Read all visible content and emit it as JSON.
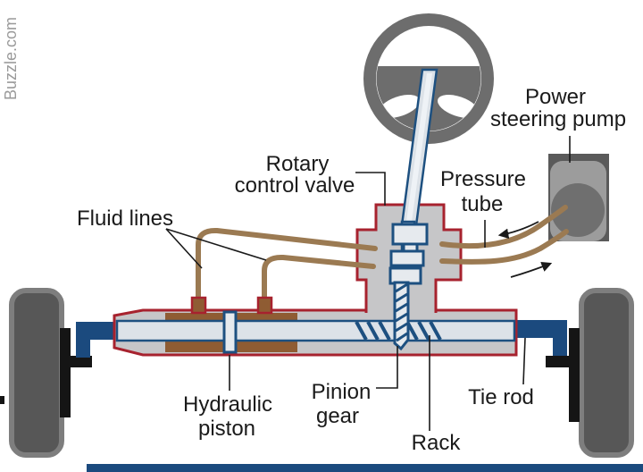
{
  "watermark": "Buzzle.com",
  "labels": {
    "fluid_lines": "Fluid lines",
    "rotary_control_valve": [
      "Rotary",
      "control valve"
    ],
    "pressure_tube": [
      "Pressure",
      "tube"
    ],
    "power_steering_pump": [
      "Power",
      "steering pump"
    ],
    "hydraulic_piston": [
      "Hydraulic",
      "piston"
    ],
    "pinion_gear": [
      "Pinion",
      "gear"
    ],
    "rack": "Rack",
    "tie_rod": "Tie rod"
  },
  "colors": {
    "background": "#ffffff",
    "wheel_gray": "#6d6d6d",
    "tire_fill": "#575757",
    "tire_border": "#7e7e7e",
    "black": "#151515",
    "navy": "#1d5080",
    "tie_rod_navy": "#1b4a7e",
    "housing_gray": "#c6c6c8",
    "outline_red": "#a7222e",
    "shaft_fill": "#dce2e8",
    "spool_fill": "#e6eaee",
    "brown_fill": "#8f5c33",
    "tube_brown": "#9b7a52",
    "pump_dark": "#5a5a5a",
    "pump_light": "#9c9c9c",
    "pump_mid": "#6f6f6f",
    "label_text": "#1a1a1a",
    "watermark_gray": "#9a9a9a"
  }
}
